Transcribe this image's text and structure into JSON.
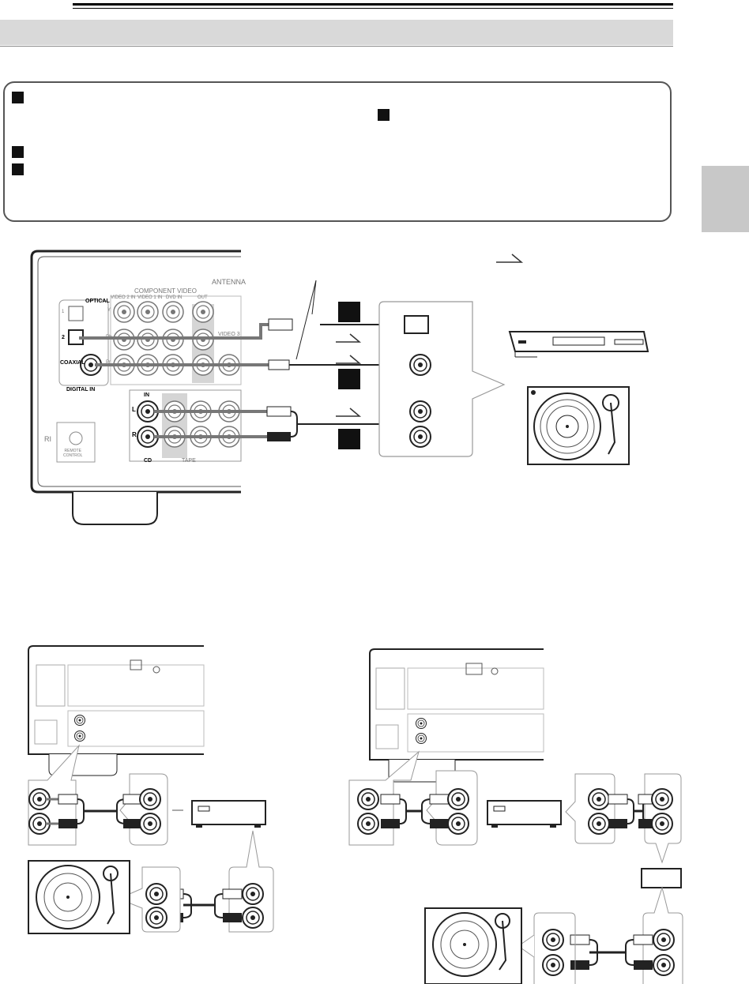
{
  "page": {
    "panel_labels": {
      "optical": "OPTICAL",
      "optical_1": "1",
      "optical_2": "2",
      "coaxial": "COAXIAL",
      "digital_in": "DIGITAL IN",
      "component_video": "COMPONENT VIDEO",
      "video2_in": "VIDEO 2 IN",
      "video1_in": "VIDEO 1 IN",
      "dvd_in": "DVD IN",
      "out": "OUT",
      "antenna": "ANTENNA",
      "video3": "VIDEO 3",
      "in_label": "IN",
      "cd": "CD",
      "tape": "TAPE",
      "l": "L",
      "r": "R",
      "ri": "RI",
      "remote_control": "REMOTE\nCONTROL",
      "y": "Y",
      "pb": "Pb",
      "pr": "Pr"
    }
  },
  "colors": {
    "header_bar": "#d9d9d9",
    "side_tab": "#c8c8c8",
    "box_border": "#555555",
    "marker": "#111111"
  },
  "icons": [
    "optical-cable-icon",
    "rca-cable-icon",
    "cd-player-icon",
    "turntable-icon",
    "signal-arrow-icon",
    "receiver-panel-icon",
    "phono-preamp-icon"
  ]
}
